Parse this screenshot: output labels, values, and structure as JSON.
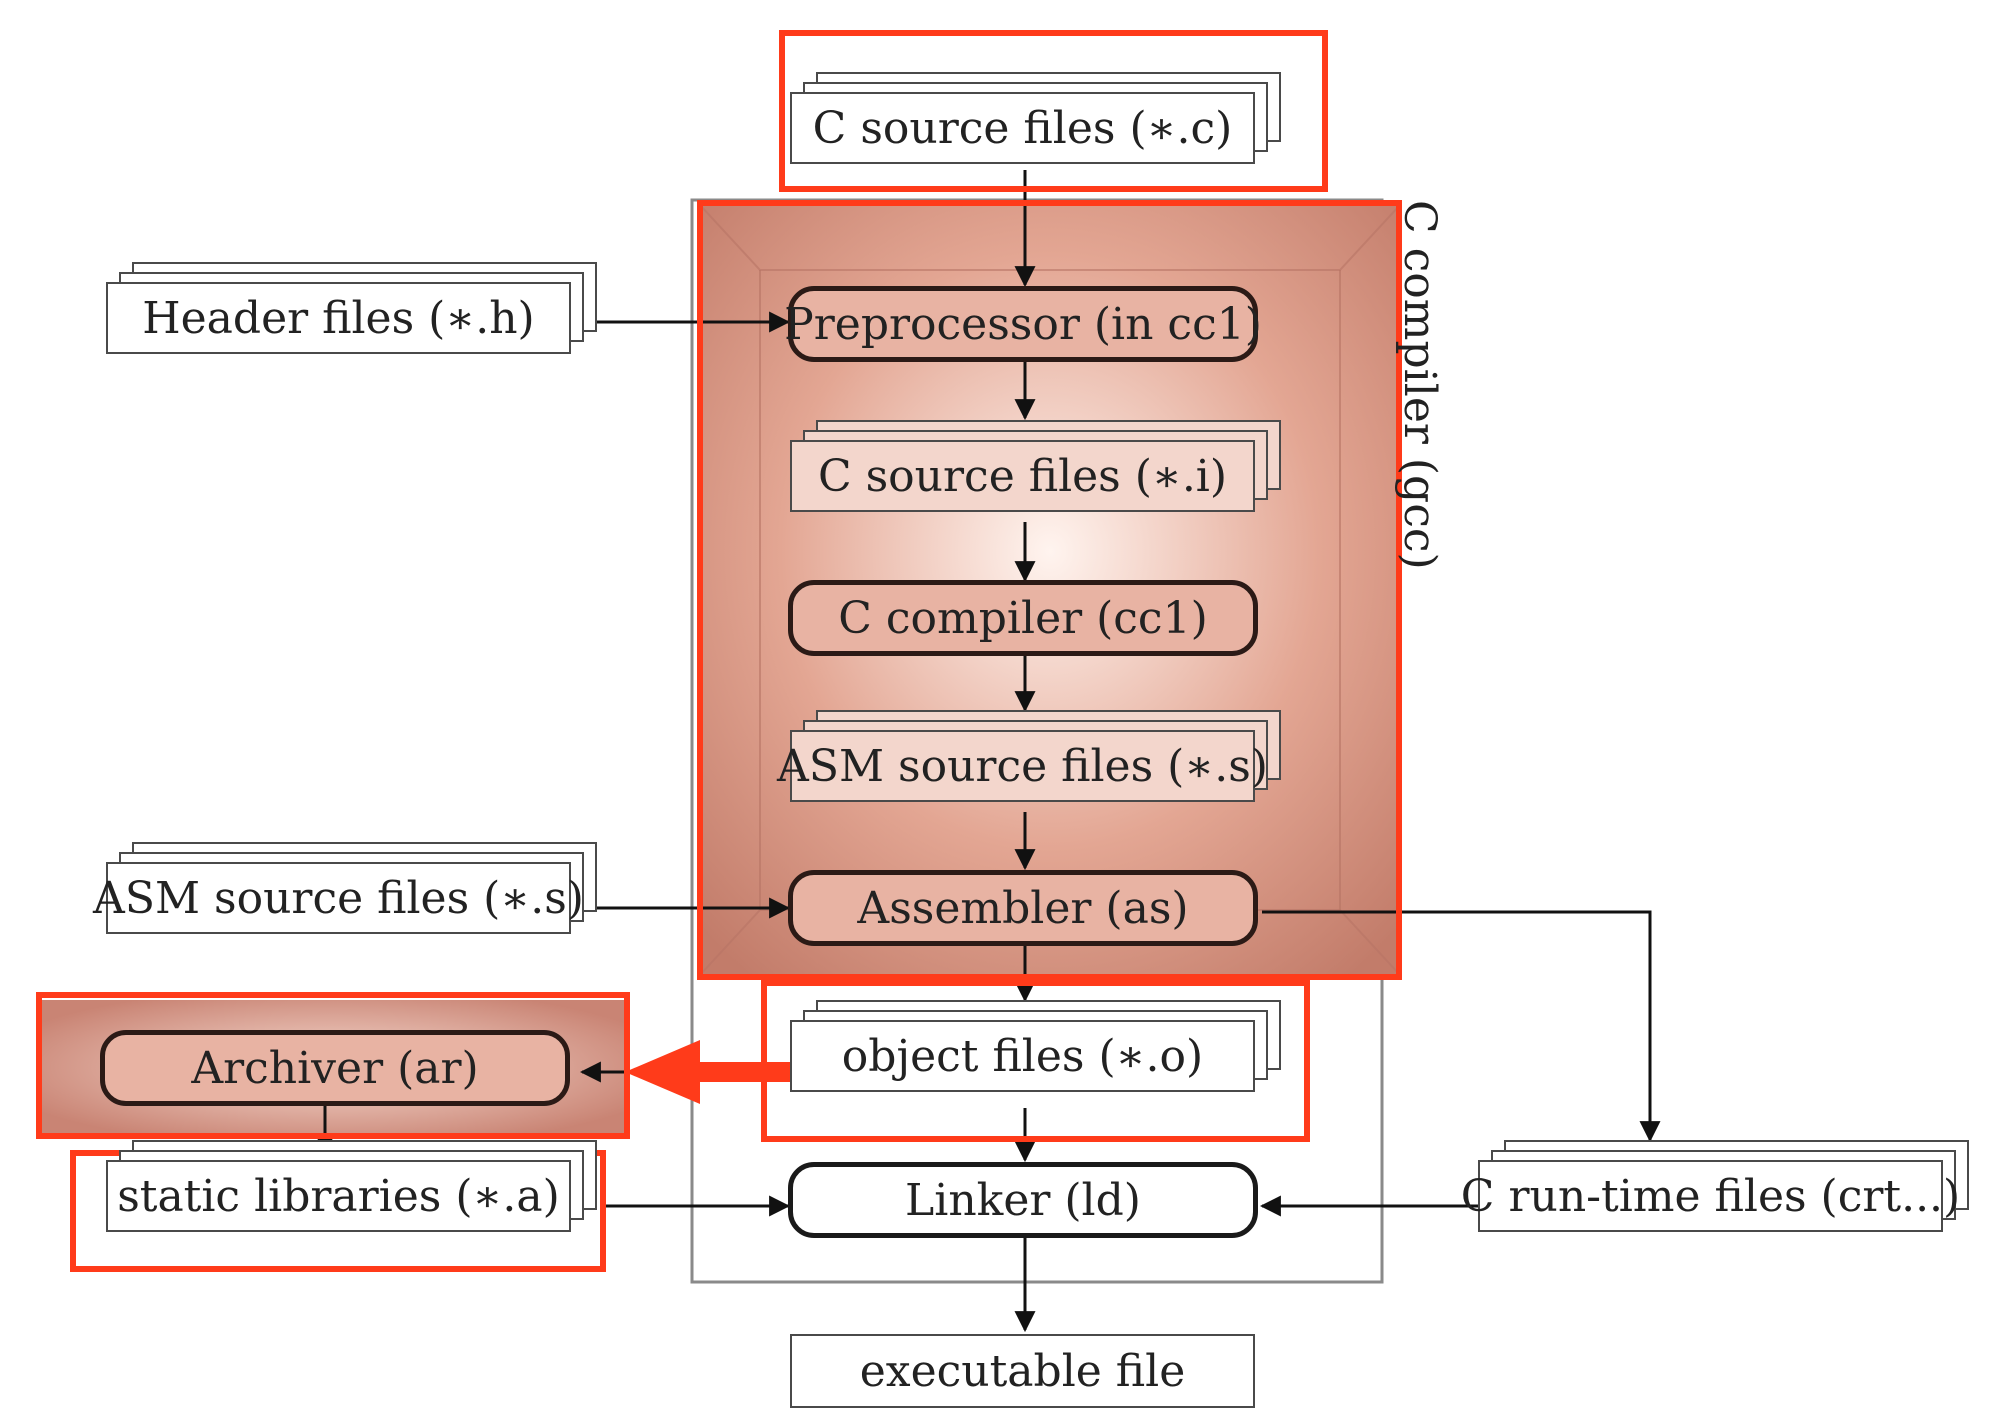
{
  "diagram": {
    "gcc_label": "C compiler (gcc)",
    "files": {
      "c_source": "C source files (∗.c)",
      "header": "Header files (∗.h)",
      "c_source_i": "C source files (∗.i)",
      "asm_source_inner": "ASM source files (∗.s)",
      "asm_source_outer": "ASM source files (∗.s)",
      "object": "object files (∗.o)",
      "static_libraries": "static libraries (∗.a)",
      "crt": "C run-time files (crt...)",
      "executable": "executable file"
    },
    "tools": {
      "preprocessor": "Preprocessor (in cc1)",
      "compiler": "C compiler (cc1)",
      "assembler": "Assembler (as)",
      "archiver": "Archiver (ar)",
      "linker": "Linker (ld)"
    },
    "colors": {
      "highlight": "#ff3b1a",
      "tint": "#c98a78",
      "tint_light": "#f3d6cc"
    }
  }
}
